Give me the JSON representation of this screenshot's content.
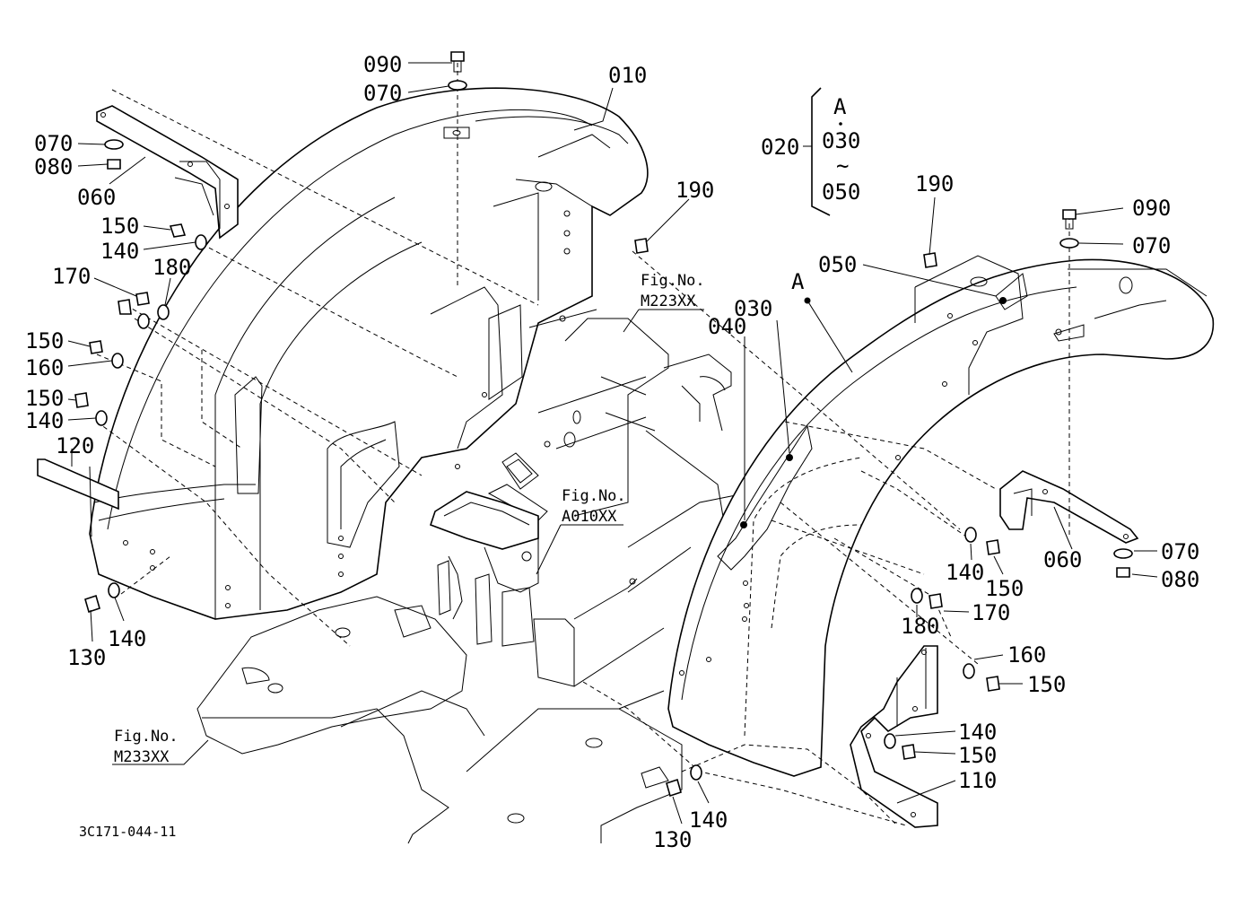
{
  "diagram": {
    "drawing_number": "3C171-044-11",
    "figure_refs": [
      {
        "id": "fig_m223",
        "line1": "Fig.No.",
        "line2": "M223XX"
      },
      {
        "id": "fig_a010",
        "line1": "Fig.No.",
        "line2": "A010XX"
      },
      {
        "id": "fig_m233",
        "line1": "Fig.No.",
        "line2": "M233XX"
      }
    ],
    "set_bracket": {
      "label": "020",
      "top": "A",
      "items": [
        "030",
        "~",
        "050"
      ]
    },
    "ref_point_label": "A",
    "part_labels": [
      {
        "id": "l01",
        "text": "090"
      },
      {
        "id": "l02",
        "text": "070"
      },
      {
        "id": "l03",
        "text": "010"
      },
      {
        "id": "l04",
        "text": "070"
      },
      {
        "id": "l05",
        "text": "080"
      },
      {
        "id": "l06",
        "text": "060"
      },
      {
        "id": "l07",
        "text": "150"
      },
      {
        "id": "l08",
        "text": "140"
      },
      {
        "id": "l09",
        "text": "170"
      },
      {
        "id": "l10",
        "text": "180"
      },
      {
        "id": "l11",
        "text": "150"
      },
      {
        "id": "l12",
        "text": "160"
      },
      {
        "id": "l13",
        "text": "150"
      },
      {
        "id": "l14",
        "text": "140"
      },
      {
        "id": "l15",
        "text": "120"
      },
      {
        "id": "l16",
        "text": "130"
      },
      {
        "id": "l17",
        "text": "140"
      },
      {
        "id": "l18",
        "text": "190"
      },
      {
        "id": "l19",
        "text": "190"
      },
      {
        "id": "l20",
        "text": "090"
      },
      {
        "id": "l21",
        "text": "070"
      },
      {
        "id": "l22",
        "text": "050"
      },
      {
        "id": "l23",
        "text": "030"
      },
      {
        "id": "l24",
        "text": "040"
      },
      {
        "id": "l25",
        "text": "140"
      },
      {
        "id": "l26",
        "text": "150"
      },
      {
        "id": "l27",
        "text": "060"
      },
      {
        "id": "l28",
        "text": "070"
      },
      {
        "id": "l29",
        "text": "080"
      },
      {
        "id": "l30",
        "text": "180"
      },
      {
        "id": "l31",
        "text": "170"
      },
      {
        "id": "l32",
        "text": "160"
      },
      {
        "id": "l33",
        "text": "150"
      },
      {
        "id": "l34",
        "text": "140"
      },
      {
        "id": "l35",
        "text": "150"
      },
      {
        "id": "l36",
        "text": "110"
      },
      {
        "id": "l37",
        "text": "130"
      },
      {
        "id": "l38",
        "text": "140"
      }
    ]
  }
}
